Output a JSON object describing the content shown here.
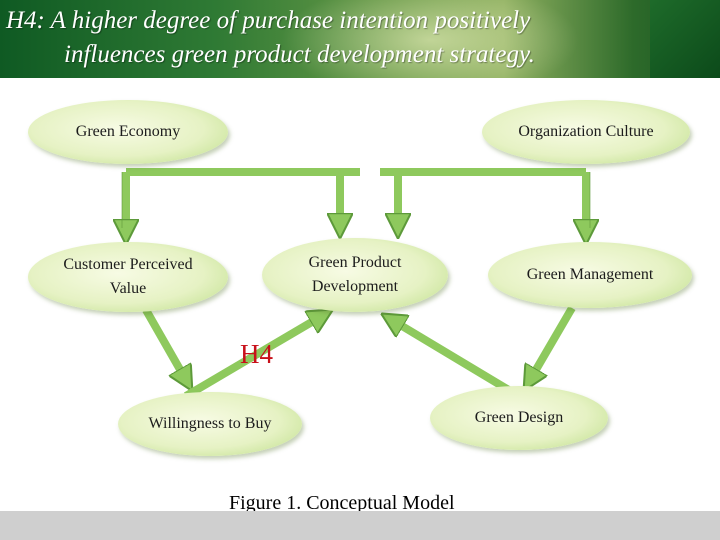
{
  "title": {
    "line1": "H4: A higher degree of purchase intention positively",
    "line2": "influences green product development strategy."
  },
  "nodes": {
    "green_economy": "Green Economy",
    "organization_culture": "Organization Culture",
    "customer_perceived_value_line1": "Customer Perceived",
    "customer_perceived_value_line2": "Value",
    "green_product_development_line1": "Green Product",
    "green_product_development_line2": "Development",
    "green_management": "Green Management",
    "willingness_to_buy": "Willingness to Buy",
    "green_design": "Green Design"
  },
  "hypothesis_label": "H4",
  "caption": "Figure 1. Conceptual  Model",
  "colors": {
    "arrow_fill": "#8ec95d",
    "arrow_stroke": "#5d9a3a",
    "hypothesis_text": "#c8101a",
    "node_fill": "#e6f2c4"
  }
}
